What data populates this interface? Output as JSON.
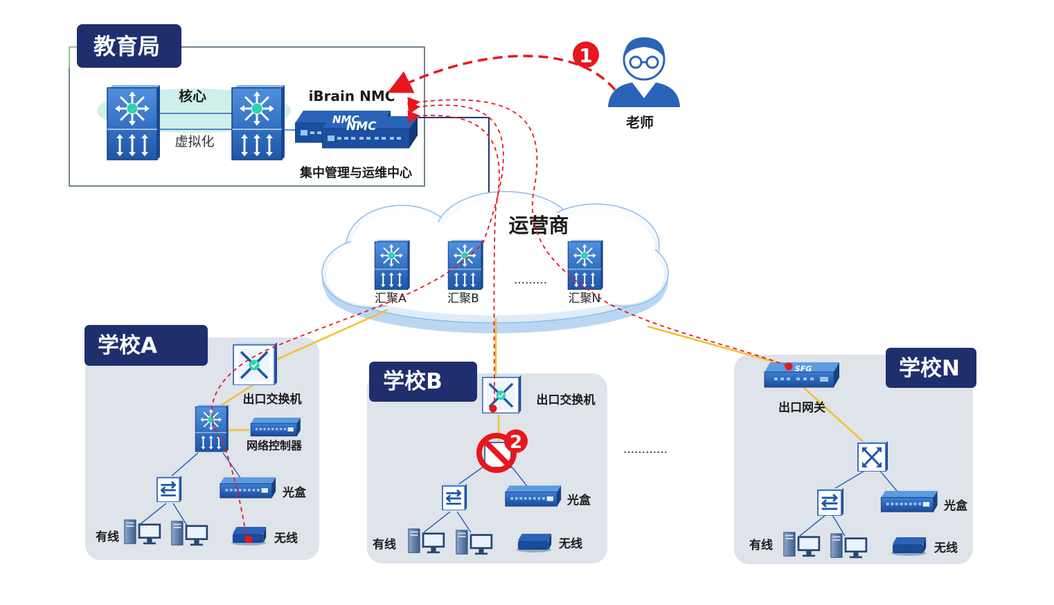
{
  "labels": {
    "bureau_title": "教育局",
    "core": "核心",
    "virtualization": "虚拟化",
    "nmc_title": "iBrain NMC",
    "nmc_center": "集中管理与运维中心",
    "nmc_badge": "NMC",
    "teacher": "老师",
    "carrier": "运营商",
    "agg_a": "汇聚A",
    "agg_b": "汇聚B",
    "agg_n": "汇聚N",
    "agg_ellipsis": "………",
    "school_a": "学校A",
    "school_b": "学校B",
    "school_n": "学校N",
    "schools_ellipsis": "…………",
    "egress_switch_a": "出口交换机",
    "egress_switch_b": "出口交换机",
    "net_controller": "网络控制器",
    "optical_box_a": "光盒",
    "optical_box_b": "光盒",
    "optical_box_n": "光盒",
    "wired_a": "有线",
    "wired_b": "有线",
    "wired_n": "有线",
    "wireless_a": "无线",
    "wireless_b": "无线",
    "wireless_n": "无线",
    "egress_gateway": "出口网关",
    "gateway_badge": "SFG",
    "step1": "1",
    "step2": "2"
  },
  "colors": {
    "navy": "#1f2f6e",
    "device_blue": "#2a63b8",
    "device_light": "#5d9be0",
    "teal": "#2ed3b0",
    "red": "#e8161d",
    "yellow_link": "#f3bf2a",
    "navy_link": "#23306e",
    "panel_gray": "#dfe3ea",
    "cloud_blue": "#cfe4f7",
    "bureau_border": "#7fb069"
  }
}
